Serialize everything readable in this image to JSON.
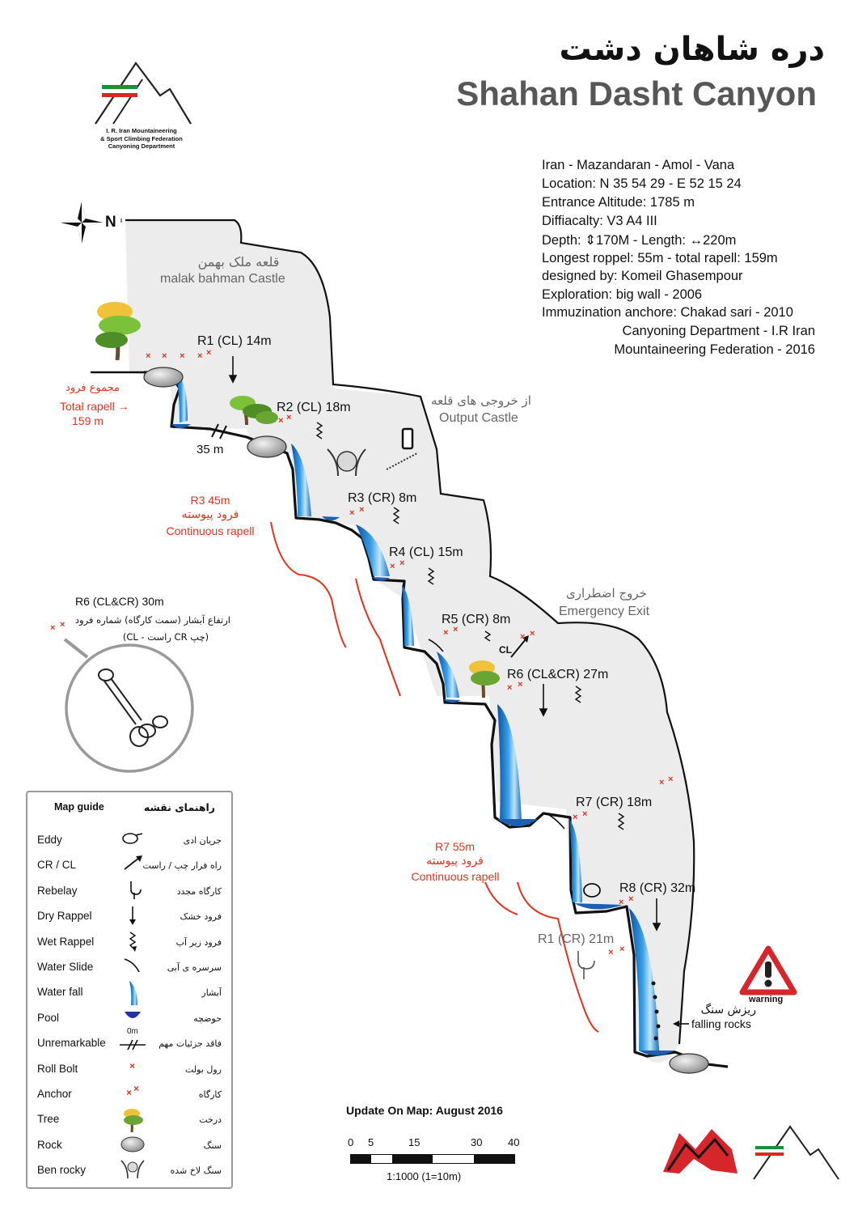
{
  "title": {
    "fa": "دره شاهان دشت",
    "en": "Shahan Dasht Canyon"
  },
  "federation": {
    "line1": "I. R. Iran Mountaineering",
    "line2": "& Sport Climbing Federation",
    "line3": "Canyoning Department"
  },
  "compass": {
    "north": "N"
  },
  "info": {
    "region": "Iran - Mazandaran - Amol - Vana",
    "location": "Location:  N 35 54 29  -  E 52 15 24",
    "altitude": "Entrance Altitude: 1785 m",
    "difficulty": "Diffiacalty: V3 A4 III",
    "depth": "Depth: ⇕170M  -  Length: ↔220m",
    "rappel": "Longest roppel: 55m - total rapell: 159m",
    "designer": "designed by:  Komeil Ghasempour",
    "exploration": "Exploration:  big wall - 2006",
    "anchors": "Immuzination anchore: Chakad sari - 2010",
    "dept1": "Canyoning Department - I.R Iran",
    "dept2": "Mountaineering Federation - 2016"
  },
  "places": {
    "castle_fa": "قلعه ملک بهمن",
    "castle_en": "malak bahman Castle",
    "output_fa": "از خروجی های قلعه",
    "output_en": "Output Castle",
    "emergency_fa": "خروج اضطراری",
    "emergency_en": "Emergency Exit"
  },
  "total_rapell": {
    "fa": "مجموع فرود",
    "en1": "Total rapell →",
    "en2": "159 m"
  },
  "rappels": {
    "r1": "R1 (CL) 14m",
    "r2": "R2 (CL) 18m",
    "r3": "R3 (CR) 8m",
    "r4": "R4 (CL) 15m",
    "r5": "R5 (CR) 8m",
    "r6": "R6 (CL&CR) 27m",
    "r7": "R7 (CR) 18m",
    "r8": "R8 (CR) 32m",
    "r1b": "R1 (CR) 21m",
    "cl": "CL",
    "dist35": "35 m"
  },
  "continuous": {
    "a_title": "R3 45m",
    "a_fa": "فرود پیوسته",
    "a_en": "Continuous rapell",
    "b_title": "R7 55m",
    "b_fa": "فرود پیوسته",
    "b_en": "Continuous rapell"
  },
  "callout": {
    "title": "R6 (CL&CR) 30m",
    "fa1": "ارتفاع آبشار (سمت کارگاه) شماره فرود",
    "fa2": "(CL - راست CR چپ)"
  },
  "falling": {
    "fa": "ریزش سنگ",
    "en": "falling rocks"
  },
  "warning": {
    "label": "warning",
    "color": "#d7262b"
  },
  "legend": {
    "title_en": "Map guide",
    "title_fa": "راهنمای نقشه",
    "items": [
      {
        "en": "Eddy",
        "fa": "جریان ادی",
        "icon": "eddy-icon"
      },
      {
        "en": "CR / CL",
        "fa": "راه فرار چپ / راست",
        "icon": "escape-arrow-icon"
      },
      {
        "en": "Rebelay",
        "fa": "کارگاه مجدد",
        "icon": "rebelay-icon"
      },
      {
        "en": "Dry Rappel",
        "fa": "فرود خشک",
        "icon": "dry-rappel-icon"
      },
      {
        "en": "Wet Rappel",
        "fa": "فرود زیر آب",
        "icon": "wet-rappel-icon"
      },
      {
        "en": "Water Slide",
        "fa": "سرسره ی آبی",
        "icon": "water-slide-icon"
      },
      {
        "en": "Water fall",
        "fa": "آبشار",
        "icon": "waterfall-icon"
      },
      {
        "en": "Pool",
        "fa": "حوضچه",
        "icon": "pool-icon"
      },
      {
        "en": "Unremarkable",
        "fa": "فاقد جزئیات مهم",
        "icon": "unremarkable-icon"
      },
      {
        "en": "Roll Bolt",
        "fa": "رول بولت",
        "icon": "roll-bolt-icon"
      },
      {
        "en": "Anchor",
        "fa": "کارگاه",
        "icon": "anchor-icon"
      },
      {
        "en": "Tree",
        "fa": "درخت",
        "icon": "tree-icon"
      },
      {
        "en": "Rock",
        "fa": "سنگ",
        "icon": "rock-icon"
      },
      {
        "en": "Ben rocky",
        "fa": "سنگ لاخ شده",
        "icon": "ben-rocky-icon"
      }
    ],
    "unremarkable_value": "0m"
  },
  "scale": {
    "update": "Update On Map:  August 2016",
    "ticks": [
      "0",
      "5",
      "15",
      "30",
      "40"
    ],
    "ratio": "1:1000 (1=10m)"
  },
  "colors": {
    "water": "#1e6fc0",
    "waterLight": "#7fc8f0",
    "red": "#e3321e",
    "gray": "#e9e9e9",
    "tree": "#6aa532"
  }
}
